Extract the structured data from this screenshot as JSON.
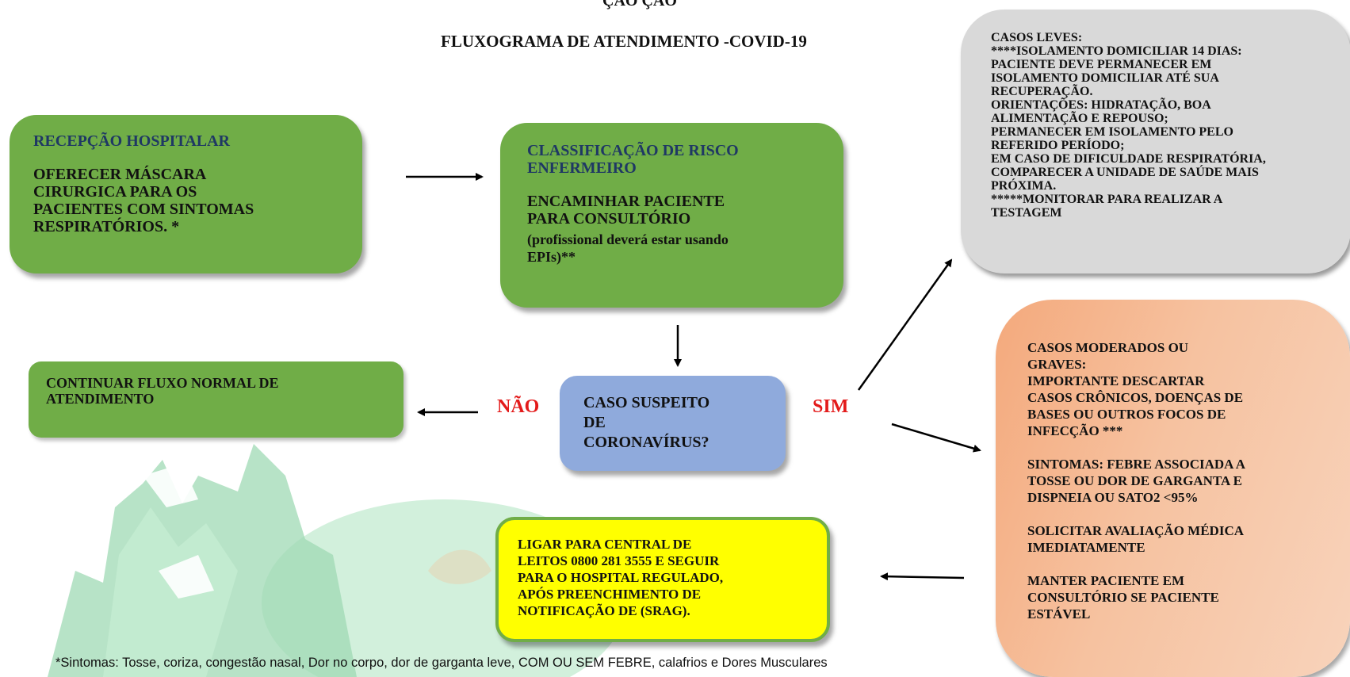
{
  "header": {
    "top_fragment": "ÇÃO     ÇÃO",
    "title": "FLUXOGRAMA DE ATENDIMENTO -COVID-19"
  },
  "boxes": {
    "reception": {
      "title": "RECEPÇÃO HOSPITALAR",
      "body": "OFERECER MÁSCARA\nCIRURGICA PARA OS\nPACIENTES COM SINTOMAS\nRESPIRATÓRIOS. *"
    },
    "classification": {
      "title": "CLASSIFICAÇÃO DE RISCO\nENFERMEIRO",
      "body": "ENCAMINHAR PACIENTE\nPARA CONSULTÓRIO",
      "body_small": "(profissional deverá estar usando\nEPIs)**"
    },
    "continue": {
      "body": "CONTINUAR FLUXO NORMAL DE\nATENDIMENTO"
    },
    "suspect": {
      "body": "CASO SUSPEITO\nDE\nCORONAVÍRUS?"
    },
    "mild": {
      "body": "CASOS LEVES:\n****ISOLAMENTO DOMICILIAR 14 DIAS:\nPACIENTE DEVE PERMANECER EM\nISOLAMENTO DOMICILIAR ATÉ SUA\nRECUPERAÇÃO.\nORIENTAÇÕES: HIDRATAÇÃO, BOA\nALIMENTAÇÃO E REPOUSO;\nPERMANECER EM ISOLAMENTO PELO\nREFERIDO PERÍODO;\nEM CASO DE DIFICULDADE RESPIRATÓRIA,\nCOMPARECER A UNIDADE DE SAÚDE MAIS\nPRÓXIMA.\n*****MONITORAR PARA REALIZAR A\nTESTAGEM"
    },
    "severe": {
      "p1": "CASOS MODERADOS OU\nGRAVES:\nIMPORTANTE DESCARTAR\nCASOS CRÔNICOS, DOENÇAS DE\nBASES OU OUTROS FOCOS DE\nINFECÇÃO ***",
      "p2": "SINTOMAS: FEBRE ASSOCIADA A\nTOSSE OU DOR DE GARGANTA E\nDISPNEIA OU SATO2 <95%",
      "p3": "SOLICITAR AVALIAÇÃO MÉDICA\nIMEDIATAMENTE",
      "p4": "MANTER PACIENTE EM\nCONSULTÓRIO SE PACIENTE\nESTÁVEL"
    },
    "call": {
      "body": "LIGAR PARA CENTRAL DE\nLEITOS 0800 281 3555 E SEGUIR\nPARA O HOSPITAL REGULADO,\nAPÓS PREENCHIMENTO DE\nNOTIFICAÇÃO DE (SRAG)."
    }
  },
  "labels": {
    "no": "NÃO",
    "yes": "SIM"
  },
  "footnote": "*Sintomas: Tosse, coriza, congestão nasal, Dor no corpo, dor de garganta leve, COM OU SEM FEBRE, calafrios e Dores Musculares",
  "colors": {
    "green_box": "#70ad47",
    "title_blue": "#1f3864",
    "decision_blue": "#8faadc",
    "grey_box": "#d9d9d9",
    "orange_box": "#f4b183",
    "yellow_box": "#ffff00",
    "label_red": "#e31b1b",
    "watermark_green": "#9fd9b4"
  }
}
